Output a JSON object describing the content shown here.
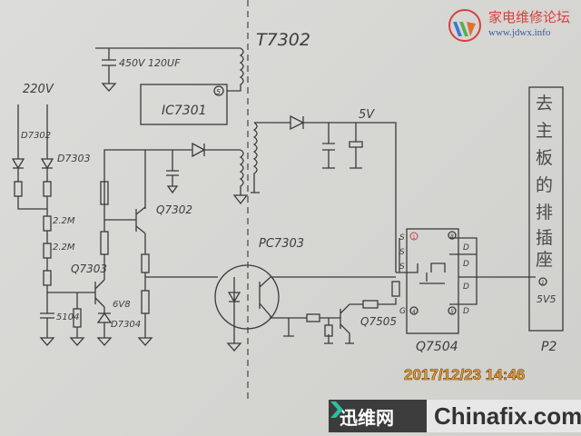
{
  "transformer": "T7302",
  "cap_main": "450V 120UF",
  "ic": "IC7301",
  "ic_pin": "5",
  "input_voltage": "220V",
  "diodes": {
    "d1": "D7302",
    "d2": "D7303",
    "zener": "D7304",
    "zener_value": "6V8"
  },
  "resistors": {
    "r1": "2.2M",
    "r2": "2.2M"
  },
  "cap_small": "5104",
  "transistors": {
    "q1": "Q7302",
    "q2": "Q7303",
    "q3": "Q7505",
    "mosfet": "Q7504"
  },
  "optocoupler": "PC7303",
  "output_voltage": "5V",
  "mosfet_pins": {
    "s": "S",
    "g": "G",
    "d": "D",
    "p1": "1",
    "p4": "4",
    "p5": "5",
    "p8": "8"
  },
  "connector": {
    "chars": [
      "去",
      "主",
      "板",
      "的",
      "排",
      "插",
      "座"
    ],
    "pin": "1",
    "pin_label": "5V5",
    "name": "P2"
  },
  "timestamp": "2017/12/23  14:46",
  "watermark": {
    "cn": "迅维网",
    "en": "Chinafix.com"
  },
  "logo": {
    "cn": "家电维修论坛",
    "url": "www.jdwx.info"
  }
}
